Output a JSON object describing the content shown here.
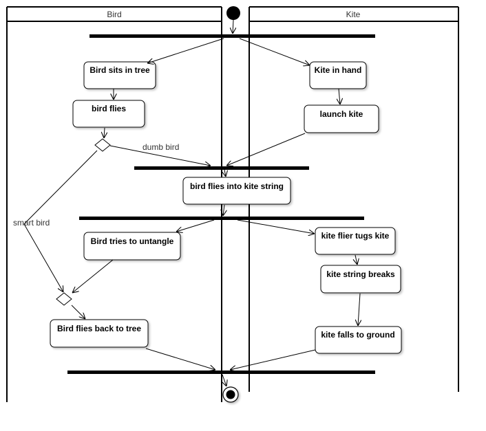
{
  "swimlanes": [
    {
      "id": "bird",
      "title": "Bird"
    },
    {
      "id": "kite",
      "title": "Kite"
    }
  ],
  "actions": [
    {
      "id": "bird-sits",
      "label": "Bird sits in tree"
    },
    {
      "id": "bird-flies",
      "label": "bird flies"
    },
    {
      "id": "kite-in-hand",
      "label": "Kite in hand"
    },
    {
      "id": "launch-kite",
      "label": "launch kite"
    },
    {
      "id": "flies-into-string",
      "label": "bird flies into kite string"
    },
    {
      "id": "tries-untangle",
      "label": "Bird tries to untangle"
    },
    {
      "id": "flies-back",
      "label": "Bird flies back to tree"
    },
    {
      "id": "tugs-kite",
      "label": "kite flier tugs kite"
    },
    {
      "id": "string-breaks",
      "label": "kite string breaks"
    },
    {
      "id": "kite-falls",
      "label": "kite falls to ground"
    }
  ],
  "edge_labels": {
    "dumb": "dumb bird",
    "smart": "smart bird"
  },
  "colors": {
    "line": "#000000",
    "node_fill": "#ffffff",
    "text": "#000000",
    "muted_text": "#333333",
    "shadow": "#bbbbbb"
  }
}
